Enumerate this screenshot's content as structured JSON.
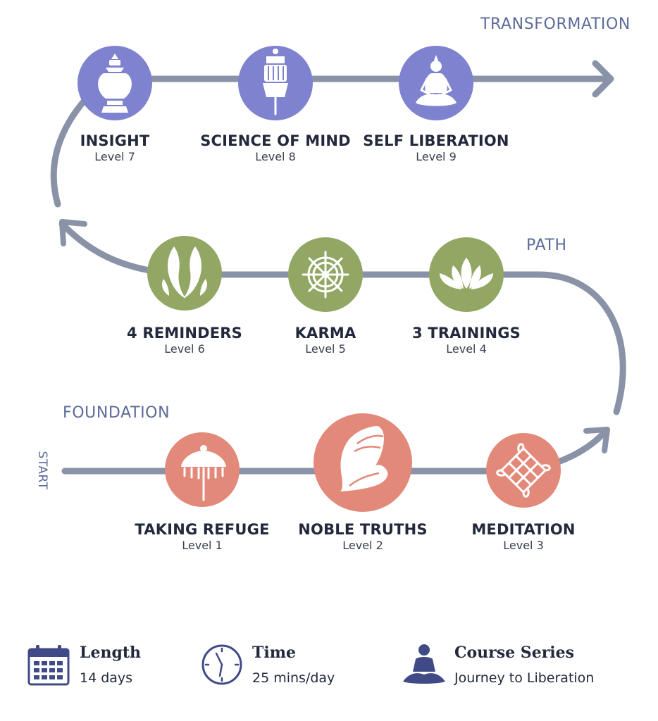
{
  "colors": {
    "path": "#8a92a8",
    "foundation": "#e2897a",
    "path_stage": "#93a765",
    "transformation": "#7f83cf",
    "label": "#5c6b99",
    "text": "#23293d",
    "icon": "#3f4a86"
  },
  "sections": {
    "start": "START",
    "foundation": "FOUNDATION",
    "path": "PATH",
    "transformation": "TRANSFORMATION"
  },
  "levels": [
    {
      "title": "TAKING REFUGE",
      "level": "Level 1",
      "stage": "foundation",
      "icon": "parasol-icon"
    },
    {
      "title": "NOBLE TRUTHS",
      "level": "Level 2",
      "stage": "foundation",
      "icon": "conch-shell-icon"
    },
    {
      "title": "MEDITATION",
      "level": "Level 3",
      "stage": "foundation",
      "icon": "endless-knot-icon"
    },
    {
      "title": "3 TRAININGS",
      "level": "Level 4",
      "stage": "path",
      "icon": "lotus-icon"
    },
    {
      "title": "KARMA",
      "level": "Level 5",
      "stage": "path",
      "icon": "dharma-wheel-icon"
    },
    {
      "title": "4 REMINDERS",
      "level": "Level 6",
      "stage": "path",
      "icon": "golden-fish-icon"
    },
    {
      "title": "INSIGHT",
      "level": "Level 7",
      "stage": "transformation",
      "icon": "treasure-vase-icon"
    },
    {
      "title": "SCIENCE OF MIND",
      "level": "Level 8",
      "stage": "transformation",
      "icon": "victory-banner-icon"
    },
    {
      "title": "SELF LIBERATION",
      "level": "Level 9",
      "stage": "transformation",
      "icon": "meditating-buddha-icon"
    }
  ],
  "info": {
    "length": {
      "title": "Length",
      "value": "14 days",
      "icon": "calendar-icon"
    },
    "time": {
      "title": "Time",
      "value": "25 mins/day",
      "icon": "clock-icon"
    },
    "series": {
      "title": "Course Series",
      "value": "Journey to Liberation",
      "icon": "meditation-person-icon"
    }
  }
}
